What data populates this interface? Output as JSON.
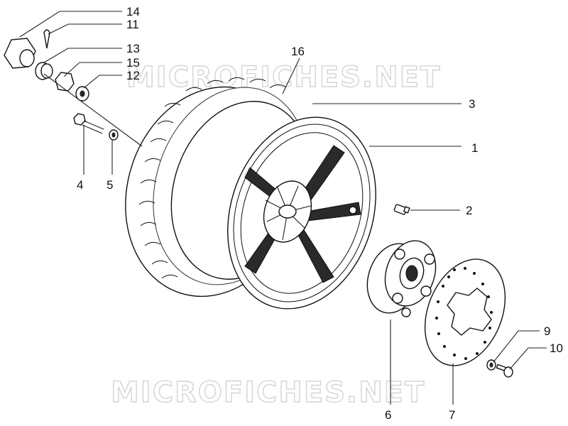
{
  "watermark": {
    "text_top": "MICROFICHES.NET",
    "text_bottom": "MICROFICHES.NET"
  },
  "callouts": [
    {
      "id": "14",
      "label": "14"
    },
    {
      "id": "11",
      "label": "11"
    },
    {
      "id": "13",
      "label": "13"
    },
    {
      "id": "15",
      "label": "15"
    },
    {
      "id": "12",
      "label": "12"
    },
    {
      "id": "16",
      "label": "16"
    },
    {
      "id": "3",
      "label": "3"
    },
    {
      "id": "1",
      "label": "1"
    },
    {
      "id": "2",
      "label": "2"
    },
    {
      "id": "4",
      "label": "4"
    },
    {
      "id": "5",
      "label": "5"
    },
    {
      "id": "6",
      "label": "6"
    },
    {
      "id": "7",
      "label": "7"
    },
    {
      "id": "9",
      "label": "9"
    },
    {
      "id": "10",
      "label": "10"
    }
  ]
}
